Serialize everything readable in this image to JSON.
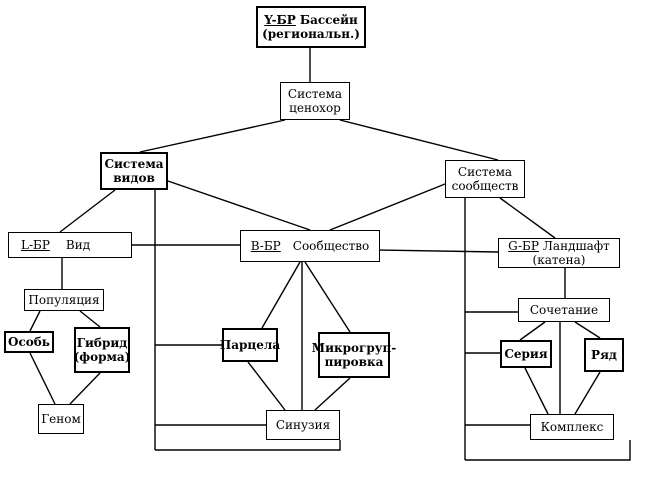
{
  "nodes": {
    "y_br": {
      "code": "Y-БР",
      "label": "Бассейн",
      "sub": "(региональн.)"
    },
    "cenohor": {
      "line1": "Система",
      "line2": "ценохор"
    },
    "sys_vidov": {
      "line1": "Система",
      "line2": "видов"
    },
    "sys_soob": {
      "line1": "Система",
      "line2": "сообществ"
    },
    "l_br": {
      "code": "L-БР",
      "label": "Вид"
    },
    "b_br": {
      "code": "B-БР",
      "label": "Сообщество"
    },
    "g_br": {
      "code": "G-БР",
      "label": "Ландшафт",
      "sub": "(катена)"
    },
    "populyaciya": {
      "label": "Популяция"
    },
    "osob": {
      "label": "Особь"
    },
    "gibrid": {
      "line1": "Гибрид",
      "line2": "(форма)"
    },
    "genom": {
      "label": "Геном"
    },
    "parcela": {
      "label": "Парцела"
    },
    "mikro": {
      "line1": "Микрогруп-",
      "line2": "пировка"
    },
    "sinuziya": {
      "label": "Синузия"
    },
    "sochetanie": {
      "label": "Сочетание"
    },
    "seriya": {
      "label": "Серия"
    },
    "ryad": {
      "label": "Ряд"
    },
    "kompleks": {
      "label": "Комплекс"
    }
  }
}
